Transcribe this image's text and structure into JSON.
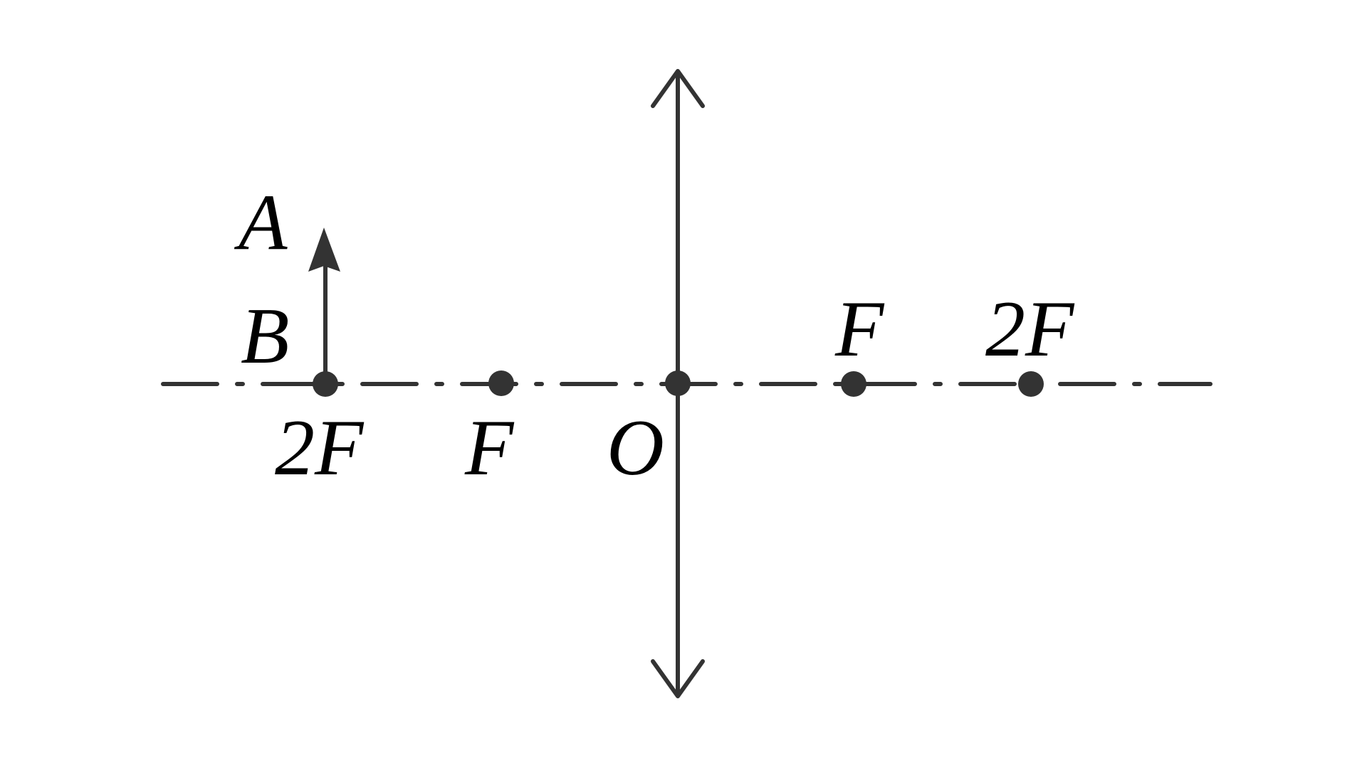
{
  "diagram": {
    "object_top_label": "A",
    "object_base_label": "B",
    "left_2f_label": "2F",
    "left_f_label": "F",
    "optical_center_label": "O",
    "right_f_label": "F",
    "right_2f_label": "2F"
  },
  "colors": {
    "ink": "#333333",
    "text": "#000000",
    "background": "#ffffff"
  }
}
